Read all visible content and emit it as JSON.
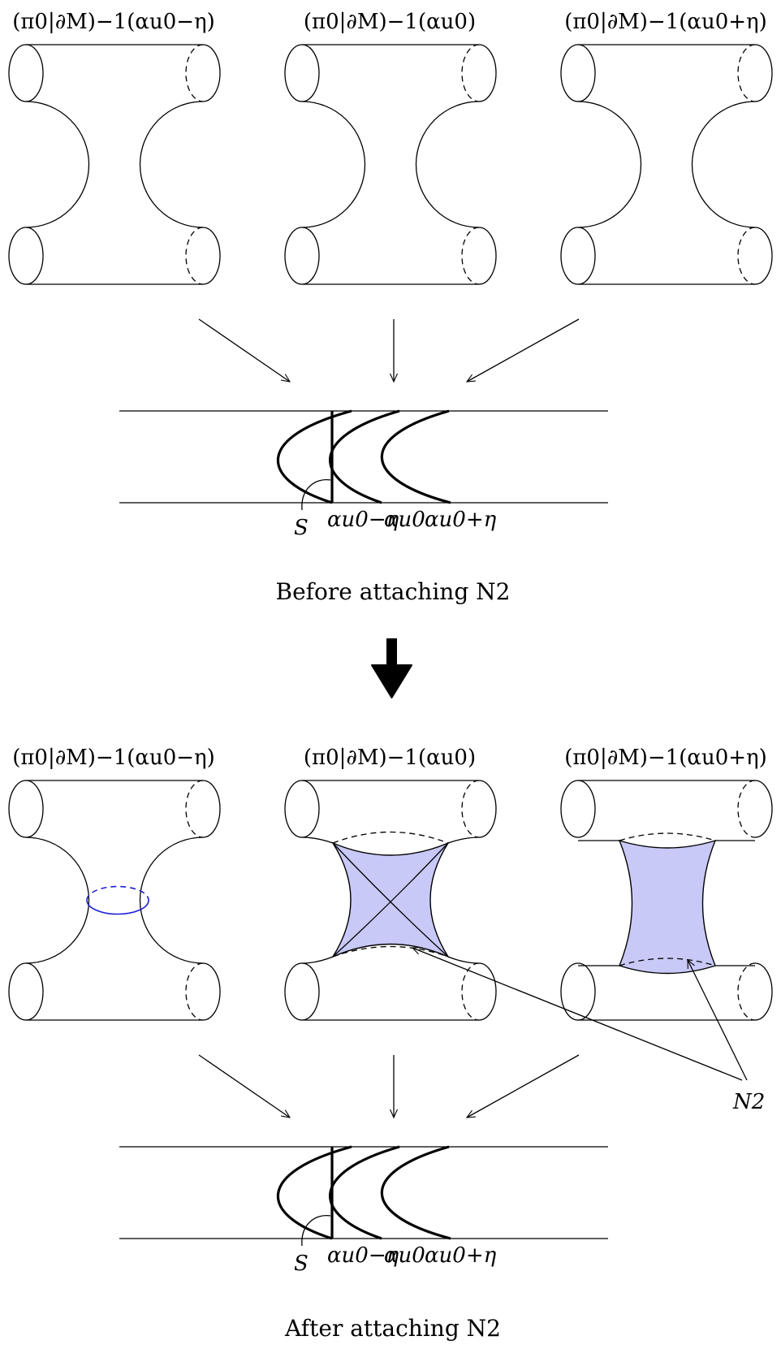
{
  "top_panel": {
    "fiber_labels": [
      "(π0|∂M)−1(αu0−η)",
      "(π0|∂M)−1(αu0)",
      "(π0|∂M)−1(αu0+η)"
    ],
    "base_labels": {
      "s": "S",
      "alpha_left": "αu0−η",
      "alpha_mid": "αu0",
      "alpha_right": "αu0+η"
    },
    "caption": "Before attaching N2"
  },
  "big_arrow": {
    "icon": "down-arrow-icon"
  },
  "bottom_panel": {
    "fiber_labels": [
      "(π0|∂M)−1(αu0−η)",
      "(π0|∂M)−1(αu0)",
      "(π0|∂M)−1(αu0+η)"
    ],
    "base_labels": {
      "s": "S",
      "alpha_left": "αu0−η",
      "alpha_mid": "αu0",
      "alpha_right": "αu0+η"
    },
    "n2_label": "N2",
    "caption": "After attaching N2"
  },
  "colors": {
    "attached_fill": "#c9c9f8",
    "circle_blue": "#1f1fd6"
  }
}
